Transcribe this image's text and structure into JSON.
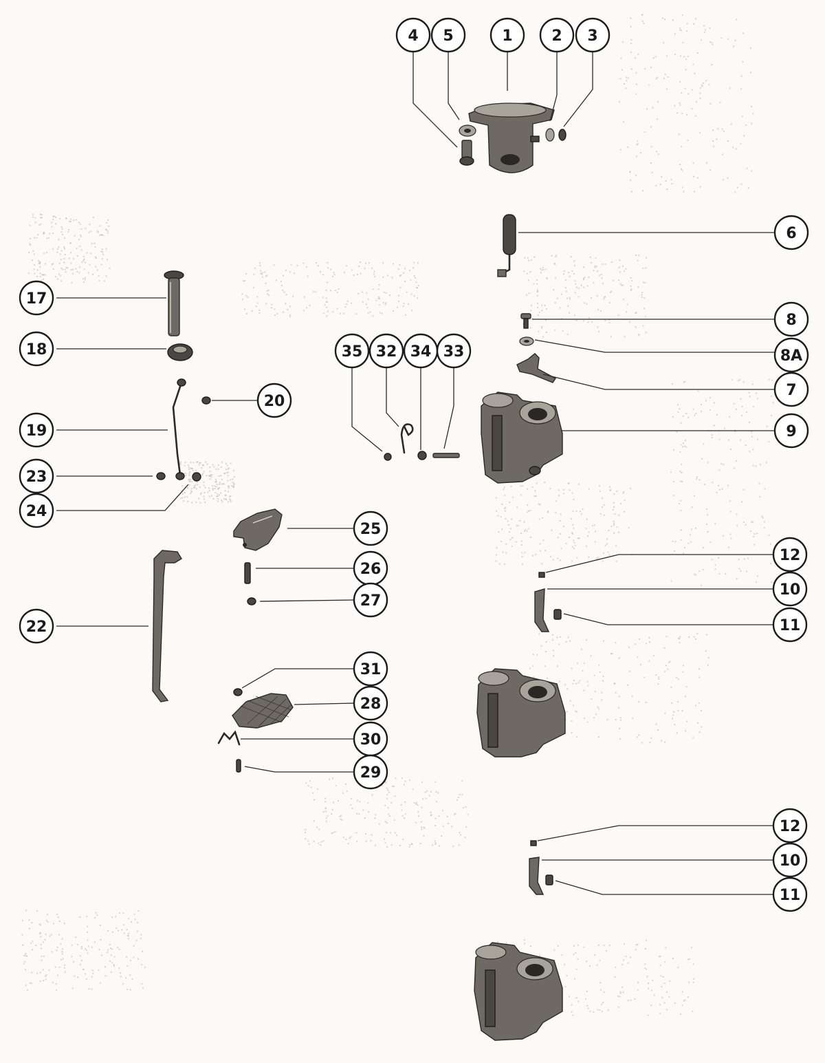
{
  "callouts": [
    {
      "id": "c-4",
      "label": "4"
    },
    {
      "id": "c-5",
      "label": "5"
    },
    {
      "id": "c-1",
      "label": "1"
    },
    {
      "id": "c-2",
      "label": "2"
    },
    {
      "id": "c-3",
      "label": "3"
    },
    {
      "id": "c-6",
      "label": "6"
    },
    {
      "id": "c-8",
      "label": "8"
    },
    {
      "id": "c-8a",
      "label": "8A"
    },
    {
      "id": "c-7",
      "label": "7"
    },
    {
      "id": "c-9",
      "label": "9"
    },
    {
      "id": "c-17",
      "label": "17"
    },
    {
      "id": "c-18",
      "label": "18"
    },
    {
      "id": "c-20",
      "label": "20"
    },
    {
      "id": "c-19",
      "label": "19"
    },
    {
      "id": "c-23",
      "label": "23"
    },
    {
      "id": "c-24",
      "label": "24"
    },
    {
      "id": "c-35",
      "label": "35"
    },
    {
      "id": "c-32",
      "label": "32"
    },
    {
      "id": "c-34",
      "label": "34"
    },
    {
      "id": "c-33",
      "label": "33"
    },
    {
      "id": "c-25",
      "label": "25"
    },
    {
      "id": "c-26",
      "label": "26"
    },
    {
      "id": "c-27",
      "label": "27"
    },
    {
      "id": "c-22",
      "label": "22"
    },
    {
      "id": "c-12a",
      "label": "12"
    },
    {
      "id": "c-10a",
      "label": "10"
    },
    {
      "id": "c-11a",
      "label": "11"
    },
    {
      "id": "c-31",
      "label": "31"
    },
    {
      "id": "c-28",
      "label": "28"
    },
    {
      "id": "c-30",
      "label": "30"
    },
    {
      "id": "c-29",
      "label": "29"
    },
    {
      "id": "c-12b",
      "label": "12"
    },
    {
      "id": "c-10b",
      "label": "10"
    },
    {
      "id": "c-11b",
      "label": "11"
    }
  ]
}
